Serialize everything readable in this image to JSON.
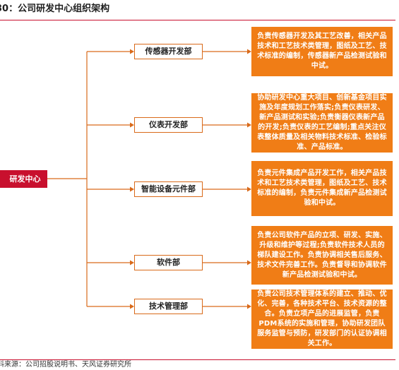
{
  "title": "30：公司研发中心组织架构",
  "root": {
    "label": "研发中心"
  },
  "departments": [
    {
      "name": "传感器开发部",
      "description": "负责传感器开发及其工艺改善，相关产品技术和工艺技术类管理，图纸及工艺、技术标准的编制，传感器新产品检测试验和中试。"
    },
    {
      "name": "仪表开发部",
      "description": "协助研发中心重大项目、创新基金项目实施及年度规划工作落实;负责仪表研发、新产品测试和实验;负责衡器仪表新产品的开发;负责仪表的工艺编制;重点关注仪表整体质量及相关物料技术标准、检验标准、产品标准。"
    },
    {
      "name": "智能设备元件部",
      "description": "负责元件集成产品开发工作，相关产品技术和工艺技术类管理，图纸及工艺、技术标准的编制，负责元件集成新产品检测试验和中试。"
    },
    {
      "name": "软件部",
      "description": "负责公司软件产品的立项、研发、实施、升级和维护等过程;负责软件技术人员的梯队建设工作。负责协调相关售后服务、技术文件完善工作。负责督导和协调软件新产品检测试验和中试。"
    },
    {
      "name": "技术管理部",
      "description": "负责公司技术管理体系的建立、推动、优化、完善，各种技术平台、技术资源的整合。负责立项产品的进展监管，负责PDM系统的实施和管理，协助研发团队服务监管与预防，研发部门的认证协调相关工作。"
    }
  ],
  "footer": "料来源：公司招股说明书、天风证券研究所",
  "colors": {
    "accent": "#c8102e",
    "box_fill": "#f07d16",
    "connector": "#d96a1a"
  }
}
